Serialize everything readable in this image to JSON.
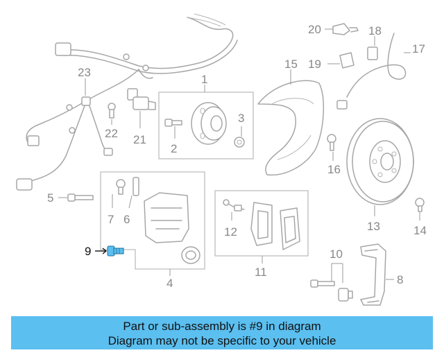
{
  "highlighted_part": "9",
  "callouts": {
    "c1": "1",
    "c2": "2",
    "c3": "3",
    "c4": "4",
    "c5": "5",
    "c6": "6",
    "c7": "7",
    "c8": "8",
    "c9": "9",
    "c10": "10",
    "c11": "11",
    "c12": "12",
    "c13": "13",
    "c14": "14",
    "c15": "15",
    "c16": "16",
    "c17": "17",
    "c18": "18",
    "c19": "19",
    "c20": "20",
    "c21": "21",
    "c22": "22",
    "c23": "23"
  },
  "banner": {
    "line1": "Part or sub-assembly is #9 in diagram",
    "line2": "Diagram may not be specific to your vehicle",
    "color": "#5bbff0"
  },
  "colors": {
    "highlight": "#5bbff0",
    "linework": "#a6a6a6"
  }
}
